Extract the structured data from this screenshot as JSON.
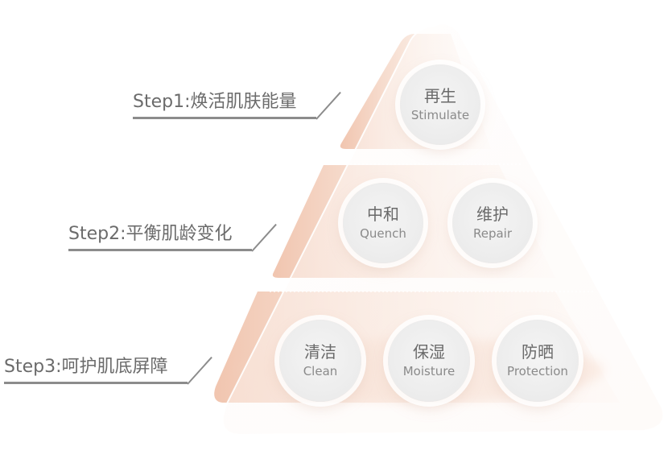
{
  "steps": [
    {
      "label": "Step1:焕活肌肤能量"
    },
    {
      "label": "Step2:平衡肌龄变化"
    },
    {
      "label": "Step3:呵护肌底屏障"
    }
  ],
  "circles": [
    {
      "cn": "再生",
      "en": "Stimulate"
    },
    {
      "cn": "中和",
      "en": "Quench"
    },
    {
      "cn": "维护",
      "en": "Repair"
    },
    {
      "cn": "清洁",
      "en": "Clean"
    },
    {
      "cn": "保湿",
      "en": "Moisture"
    },
    {
      "cn": "防晒",
      "en": "Protection"
    }
  ],
  "colors": {
    "peach": "#f2c9b4",
    "label_text": "#6b6b6b",
    "line": "#8c8c8c"
  }
}
